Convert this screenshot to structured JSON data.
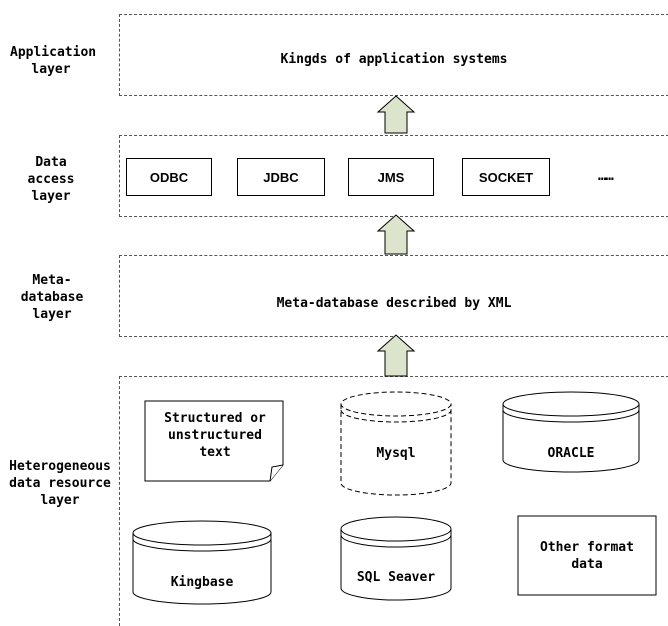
{
  "layers": {
    "application": {
      "label": "Application layer",
      "content": "Kingds of application systems"
    },
    "data_access": {
      "label": "Data access layer",
      "interfaces": [
        "ODBC",
        "JDBC",
        "JMS",
        "SOCKET"
      ],
      "more": "……"
    },
    "meta_database": {
      "label": "Meta-database layer",
      "content": "Meta-database described by XML"
    },
    "heterogeneous": {
      "label": "Heterogeneous data resource layer",
      "sources": {
        "text": "Structured or unstructured text",
        "mysql": "Mysql",
        "oracle": "ORACLE",
        "kingbase": "Kingbase",
        "sqlserver": "SQL Seaver",
        "other": "Other format data"
      }
    }
  },
  "colors": {
    "arrow_fill": "#dde4cc",
    "line": "#000000",
    "dashed": "#555555"
  }
}
